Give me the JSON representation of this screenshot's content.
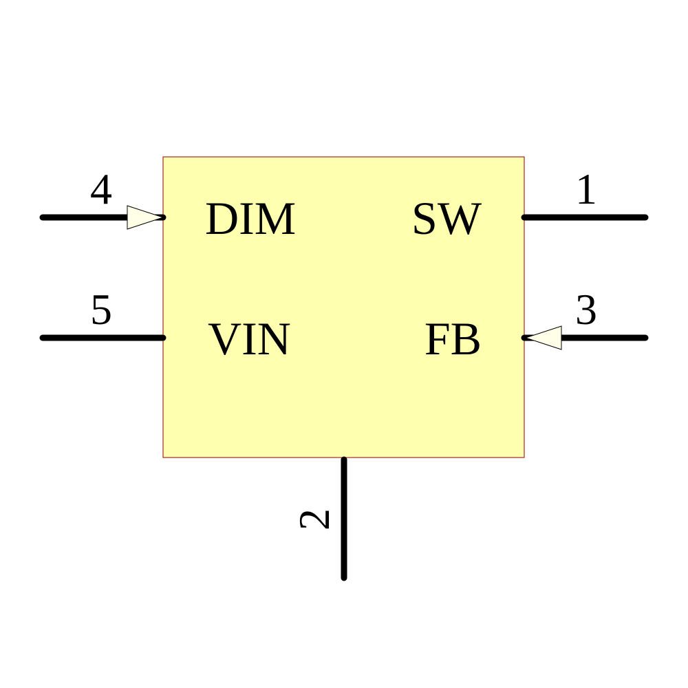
{
  "component": {
    "body_fill": "#FFFFB0",
    "body_stroke": "#8B0000",
    "pins": [
      {
        "number": "1",
        "name": "SW",
        "side": "right",
        "type": "passive"
      },
      {
        "number": "2",
        "name": "",
        "side": "bottom",
        "type": "passive"
      },
      {
        "number": "3",
        "name": "FB",
        "side": "right",
        "type": "input"
      },
      {
        "number": "4",
        "name": "DIM",
        "side": "left",
        "type": "input"
      },
      {
        "number": "5",
        "name": "VIN",
        "side": "left",
        "type": "passive"
      }
    ]
  }
}
